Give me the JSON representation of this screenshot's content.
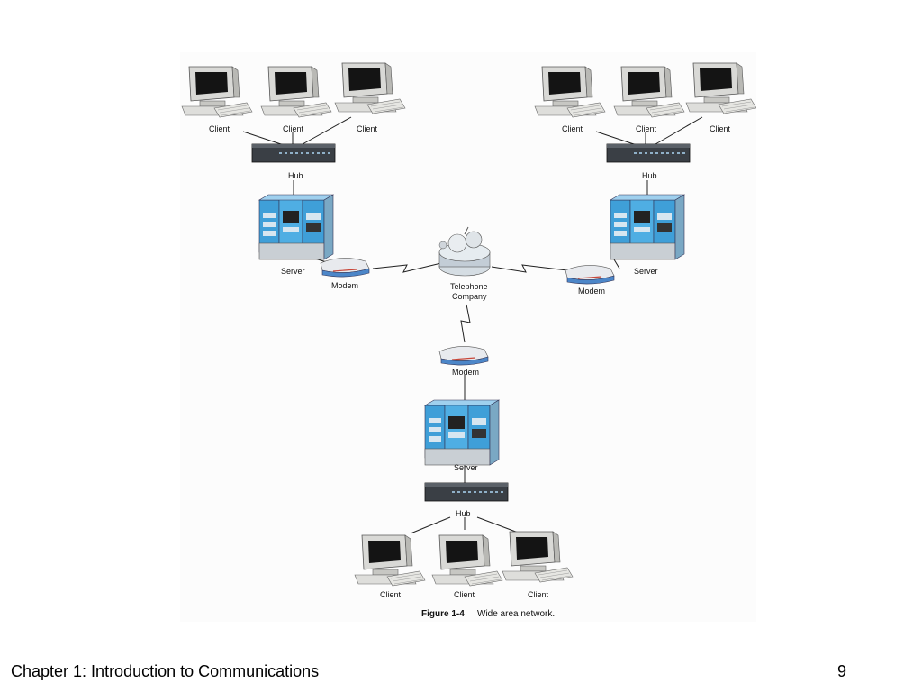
{
  "figure": {
    "caption_label": "Figure 1-4",
    "caption_text": "Wide area network.",
    "nodes": {
      "client": "Client",
      "hub": "Hub",
      "server": "Server",
      "modem": "Modem",
      "telephone_company_line1": "Telephone",
      "telephone_company_line2": "Company"
    }
  },
  "footer": {
    "chapter_title": "Chapter 1:  Introduction to Communications",
    "page_number": "9"
  },
  "colors": {
    "server_blue": "#3f9fd8",
    "server_gray": "#c9cfd4",
    "monitor_screen": "#141414",
    "modem_red": "#c8473a",
    "modem_blue": "#4c86c8"
  }
}
